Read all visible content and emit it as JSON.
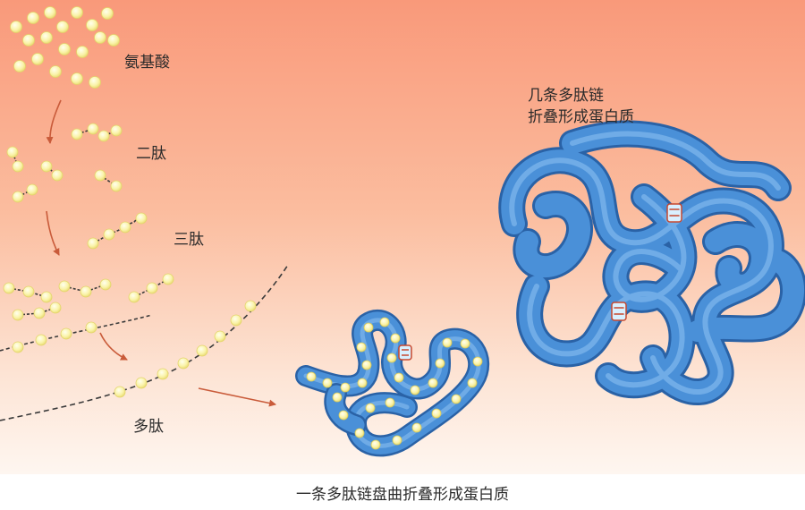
{
  "labels": {
    "amino_acids": "氨基酸",
    "dipeptide": "二肽",
    "tripeptide": "三肽",
    "polypeptide": "多肽",
    "multi_chain_line1": "几条多肽链",
    "multi_chain_line2": "折叠形成蛋白质"
  },
  "caption": "一条多肽链盘曲折叠形成蛋白质",
  "colors": {
    "background_top": "#f9a07e",
    "background_bottom": "#fdf3ec",
    "protein_blue": "#4a90d8",
    "protein_outline": "#2a62a6",
    "amino_acid_bead": "#fbf6b4",
    "arrow": "#c95b3a"
  },
  "icons": {
    "amino_acid": "amino-acid-bead-icon",
    "peptide_bond": "peptide-bond-icon",
    "protein": "protein-ribbon-icon"
  }
}
